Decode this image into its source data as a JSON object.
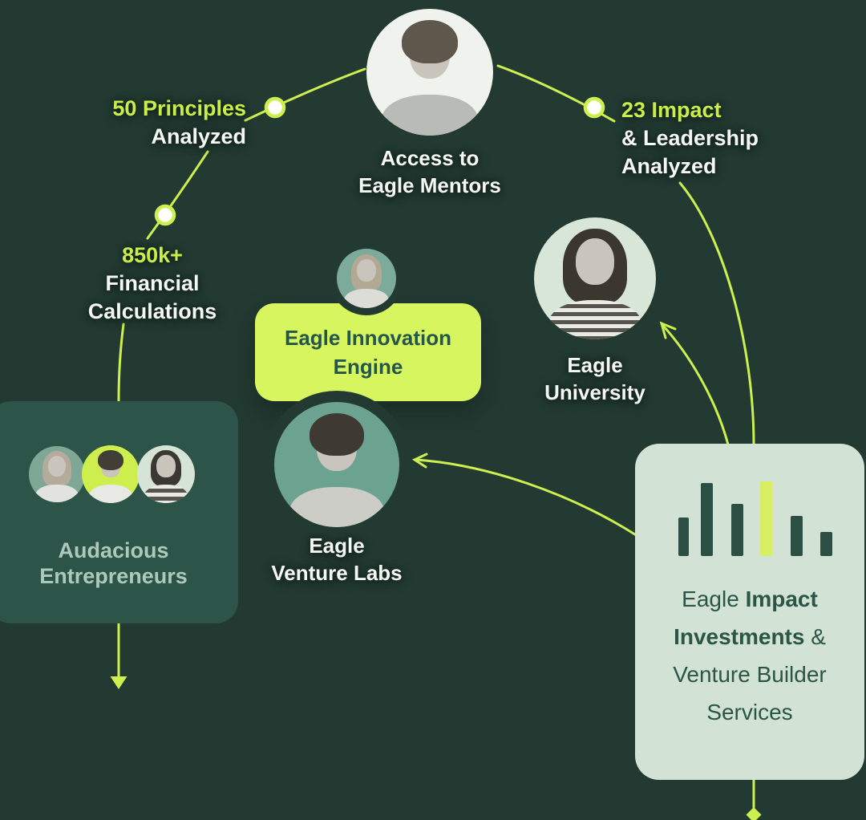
{
  "colors": {
    "background": "#223A32",
    "accent_lime": "#CDF04F",
    "lime_card": "#D7F55E",
    "teal_card": "#2D5449",
    "light_card": "#D2E2D5",
    "dark_green_text": "#2B5546"
  },
  "stats": {
    "principles": {
      "highlight": "50 Principles",
      "line2": "Analyzed"
    },
    "impact": {
      "highlight": "23 Impact",
      "line2": "& Leadership",
      "line3": "Analyzed"
    },
    "calculations": {
      "highlight": "850k+",
      "line2": "Financial",
      "line3": "Calculations"
    }
  },
  "nodes": {
    "mentors": {
      "line1": "Access to",
      "line2": "Eagle Mentors"
    },
    "innovation": {
      "line1": "Eagle Innovation",
      "line2": "Engine"
    },
    "university": {
      "line1": "Eagle",
      "line2": "University"
    },
    "venture_labs": {
      "line1": "Eagle",
      "line2": "Venture Labs"
    },
    "entrepreneurs": {
      "line1": "Audacious",
      "line2": "Entrepreneurs"
    },
    "investments": {
      "seg1": "Eagle ",
      "seg2_bold": "Impact",
      "seg3_bold": "Investments",
      "seg4": " &",
      "line3": "Venture Builder",
      "line4": "Services"
    }
  }
}
